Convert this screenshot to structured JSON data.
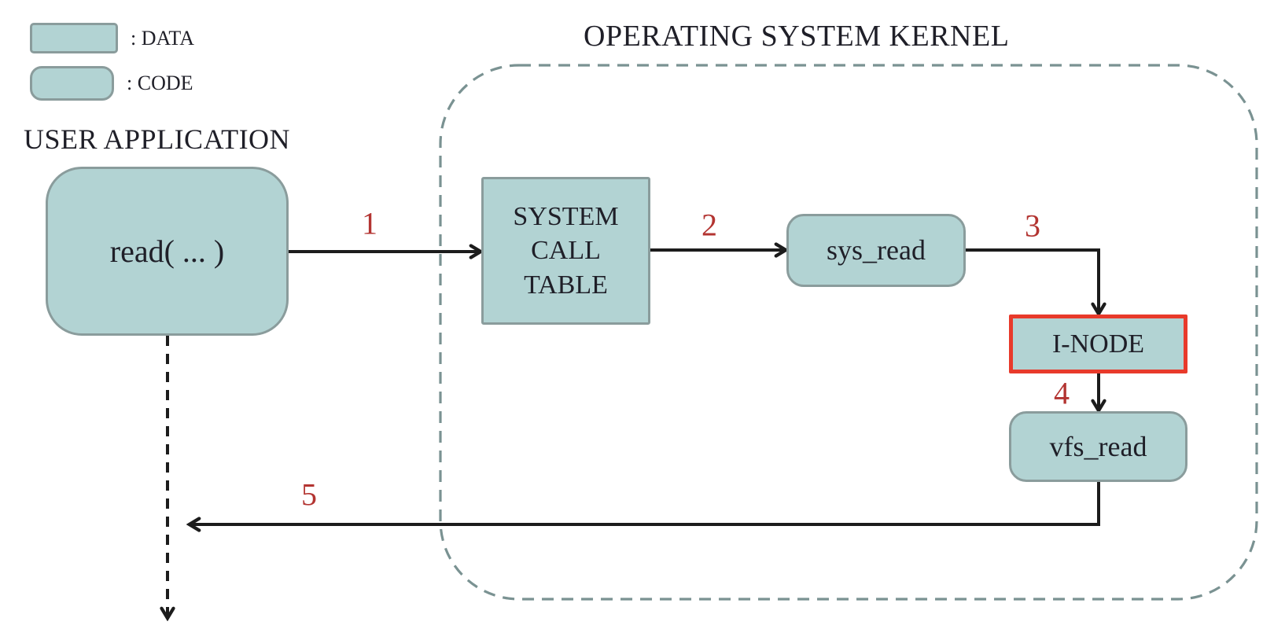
{
  "diagram": {
    "kernel_title": "OPERATING SYSTEM KERNEL",
    "user_application_label": "USER APPLICATION",
    "legend": {
      "data_label": ": DATA",
      "code_label": ": CODE"
    },
    "nodes": {
      "read_call": {
        "label": "read( ... )",
        "kind": "code"
      },
      "system_call_table": {
        "lines": [
          "SYSTEM",
          "CALL",
          "TABLE"
        ],
        "kind": "data"
      },
      "sys_read": {
        "label": "sys_read",
        "kind": "code"
      },
      "inode": {
        "label": "I-NODE",
        "kind": "data",
        "highlighted": true
      },
      "vfs_read": {
        "label": "vfs_read",
        "kind": "code"
      }
    },
    "steps": [
      "1",
      "2",
      "3",
      "4",
      "5"
    ],
    "edges": [
      {
        "step": "1",
        "from": "read_call",
        "to": "system_call_table",
        "style": "solid"
      },
      {
        "step": "2",
        "from": "system_call_table",
        "to": "sys_read",
        "style": "solid"
      },
      {
        "step": "3",
        "from": "sys_read",
        "to": "inode",
        "style": "solid"
      },
      {
        "step": "4",
        "from": "inode",
        "to": "vfs_read",
        "style": "solid"
      },
      {
        "step": "5",
        "from": "vfs_read",
        "to": "user_application",
        "style": "solid"
      },
      {
        "step": "",
        "from": "read_call",
        "to": "downward",
        "style": "dashed"
      }
    ]
  },
  "colors": {
    "box_fill": "#b2d3d3",
    "box_border": "#8a9c9c",
    "highlight_border": "#e83a2b",
    "step_color": "#b33431",
    "kernel_border": "#7a9292",
    "arrow_color": "#1c1c1c",
    "text_color": "#1f1f28"
  }
}
